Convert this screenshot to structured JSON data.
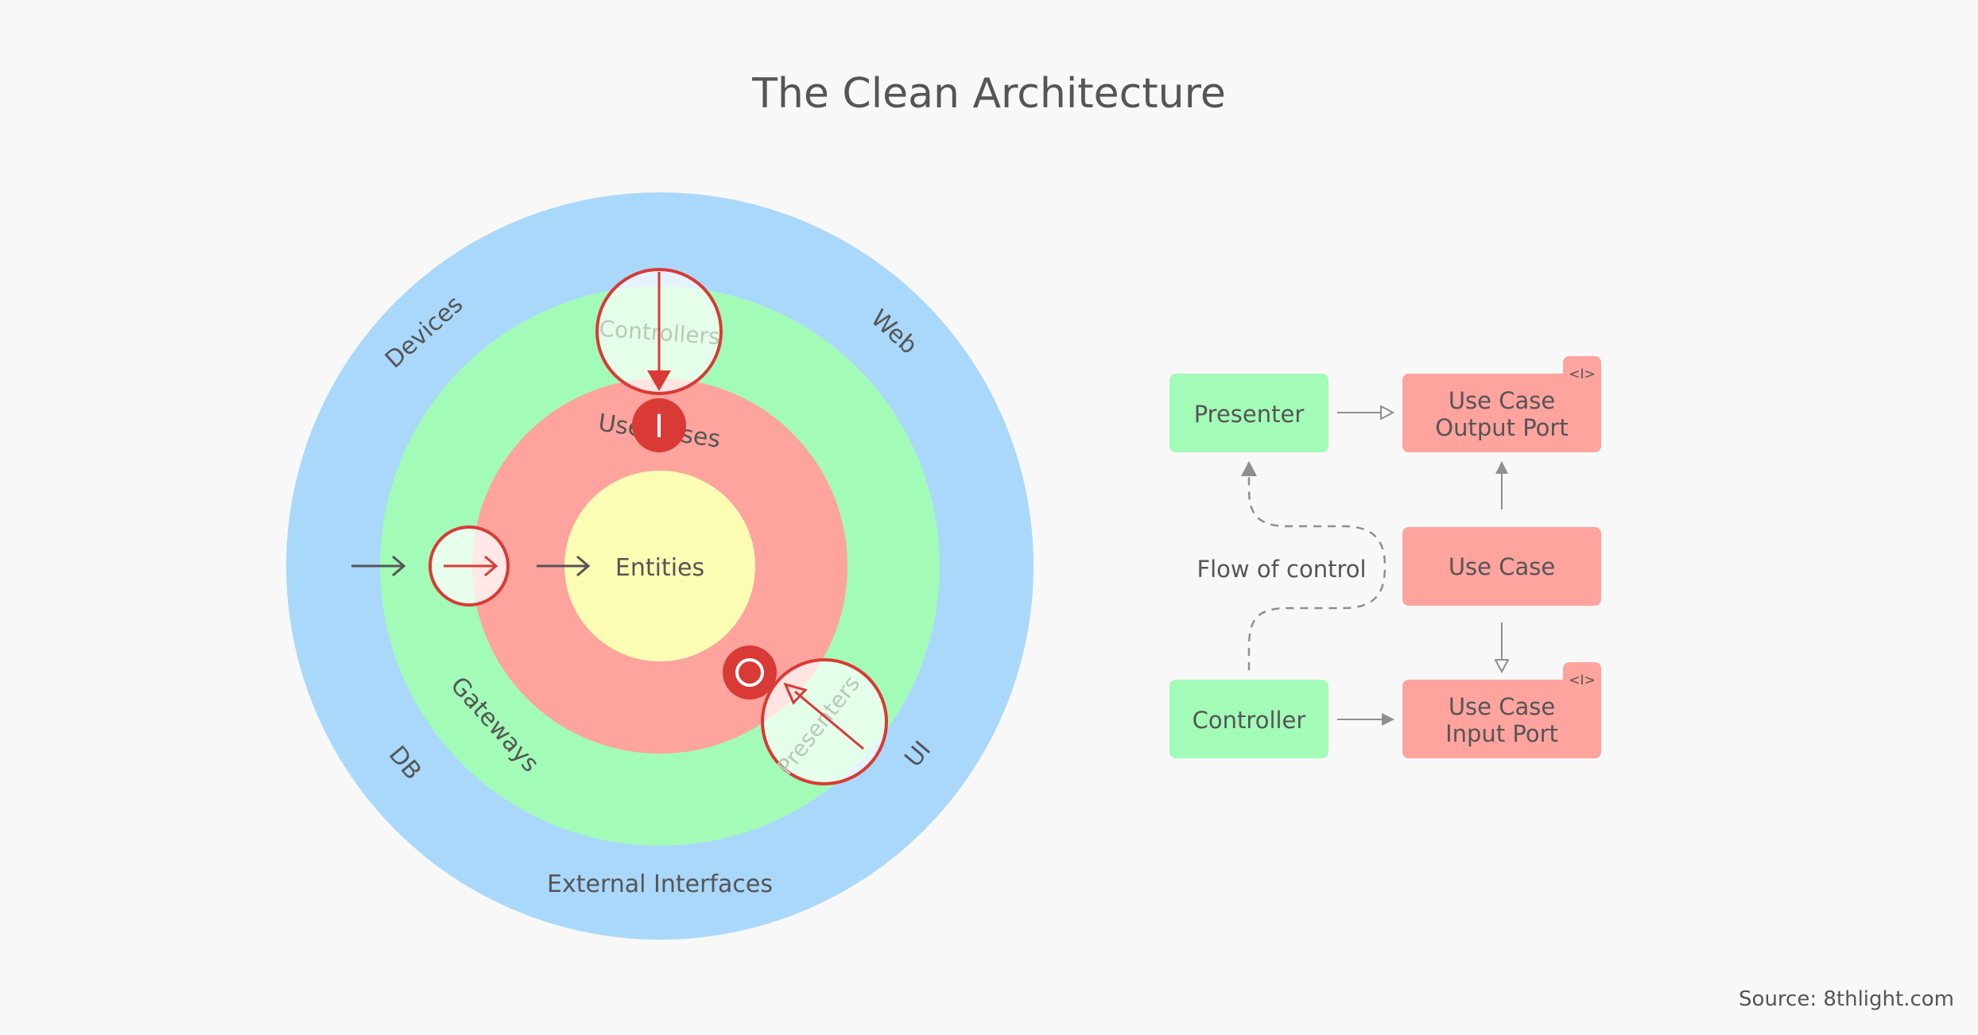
{
  "title": "The Clean Architecture",
  "rings": {
    "outer": {
      "labels": [
        "Devices",
        "Web",
        "DB",
        "UI"
      ],
      "arc_label": "External Interfaces",
      "color": "#a9d8fb"
    },
    "middle": {
      "label": "Gateways",
      "color": "#a3fbb8"
    },
    "inner": {
      "label": "Use Cases",
      "color": "#fea39e"
    },
    "core": {
      "label": "Entities",
      "color": "#fcfdb4"
    }
  },
  "bubbles": {
    "top": "Controllers",
    "bottom_right": "Presenters"
  },
  "markers": {
    "input": "I",
    "output": "O"
  },
  "flow": {
    "boxes": {
      "presenter": "Presenter",
      "controller": "Controller",
      "output_port": [
        "Use Case",
        "Output Port"
      ],
      "use_case": "Use Case",
      "input_port": [
        "Use Case",
        "Input Port"
      ]
    },
    "interface_tag": "<I>",
    "flow_label": "Flow of control"
  },
  "source": "Source: 8thlight.com",
  "colors": {
    "green_box": "#a3fbb8",
    "red_box": "#fea39e",
    "red_stroke": "#d93a35",
    "text": "#555555",
    "arrow_gray": "#8f8f8f"
  }
}
